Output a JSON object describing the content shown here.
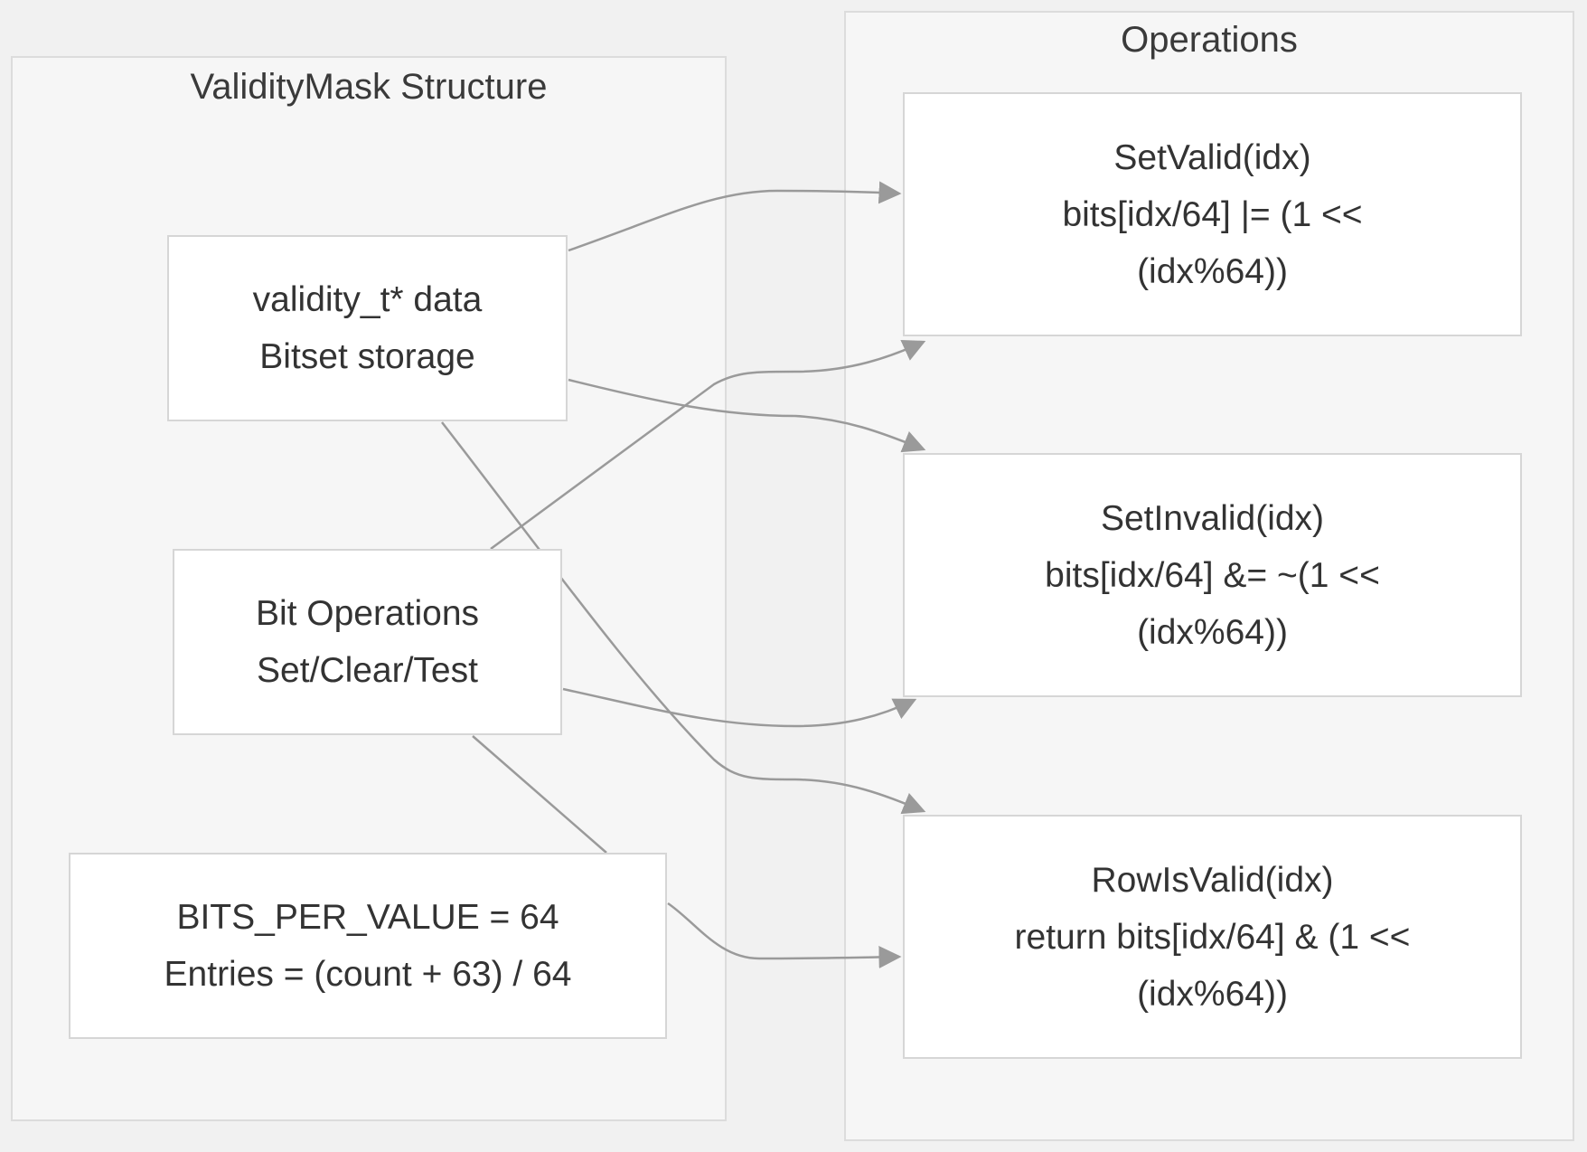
{
  "diagram": {
    "clusters": {
      "structure": {
        "title": "ValidityMask Structure"
      },
      "operations": {
        "title": "Operations"
      }
    },
    "nodes": {
      "validity_data": {
        "lines": [
          "validity_t* data",
          "Bitset storage"
        ]
      },
      "bit_operations": {
        "lines": [
          "Bit Operations",
          "Set/Clear/Test"
        ]
      },
      "bits_per_value": {
        "lines": [
          "BITS_PER_VALUE = 64",
          "Entries = (count + 63) / 64"
        ]
      },
      "set_valid": {
        "lines": [
          "SetValid(idx)",
          "bits[idx/64] |= (1 <<",
          "(idx%64))"
        ]
      },
      "set_invalid": {
        "lines": [
          "SetInvalid(idx)",
          "bits[idx/64] &= ~(1 <<",
          "(idx%64))"
        ]
      },
      "row_is_valid": {
        "lines": [
          "RowIsValid(idx)",
          "return bits[idx/64] & (1 <<",
          "(idx%64))"
        ]
      }
    },
    "edges": [
      {
        "from": "validity_data",
        "to": "set_valid"
      },
      {
        "from": "validity_data",
        "to": "set_invalid"
      },
      {
        "from": "validity_data",
        "to": "row_is_valid"
      },
      {
        "from": "bit_operations",
        "to": "set_valid"
      },
      {
        "from": "bit_operations",
        "to": "set_invalid"
      },
      {
        "from": "bits_per_value",
        "to": "row_is_valid"
      }
    ],
    "colors": {
      "background": "#f1f1f1",
      "cluster_fill": "#f6f6f6",
      "node_fill": "#ffffff",
      "edge": "#9a9a9a",
      "text": "#333333"
    }
  }
}
